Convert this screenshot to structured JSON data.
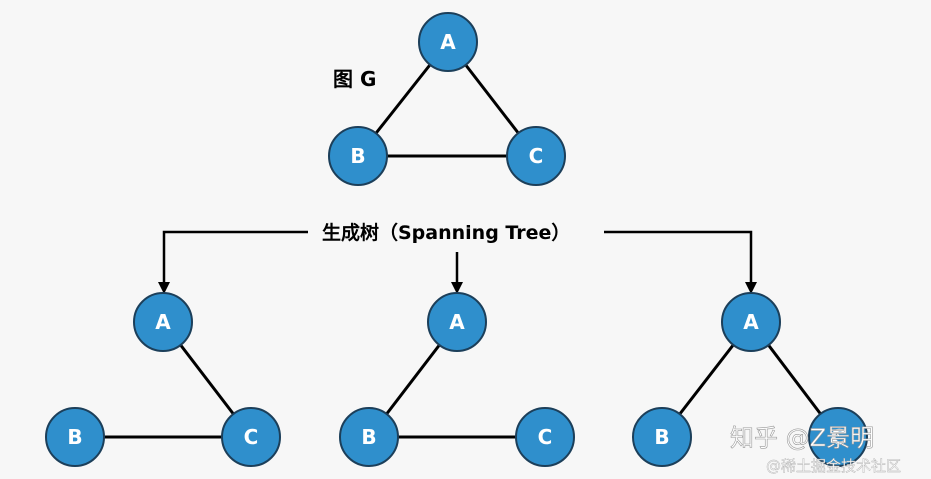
{
  "graph_g": {
    "title": "图 G",
    "nodes": [
      "A",
      "B",
      "C"
    ],
    "edges": [
      [
        "A",
        "B"
      ],
      [
        "A",
        "C"
      ],
      [
        "B",
        "C"
      ]
    ]
  },
  "caption": "生成树（Spanning Tree）",
  "spanning_trees": [
    {
      "nodes": [
        "A",
        "B",
        "C"
      ],
      "edges": [
        [
          "A",
          "C"
        ],
        [
          "B",
          "C"
        ]
      ]
    },
    {
      "nodes": [
        "A",
        "B",
        "C"
      ],
      "edges": [
        [
          "A",
          "B"
        ],
        [
          "B",
          "C"
        ]
      ]
    },
    {
      "nodes": [
        "A",
        "B",
        "C"
      ],
      "edges": [
        [
          "A",
          "B"
        ],
        [
          "A",
          "C"
        ]
      ]
    }
  ],
  "watermark": {
    "line1": "知乎 @Z景明",
    "line2": "@稀土掘金技术社区"
  }
}
